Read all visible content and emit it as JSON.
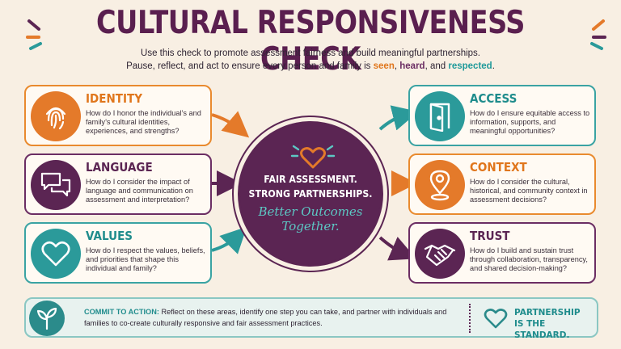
{
  "title": "CULTURAL RESPONSIVENESS CHECK",
  "subtitle_line1": "Use this check to promote assessment fairness and build meaningful partnerships.",
  "subtitle_line2": {
    "prefix": "Pause, reflect, and act to ensure every person and family is ",
    "seen": "seen",
    "sep1": ", ",
    "heard": "heard",
    "sep2": ", and ",
    "respected": "respected",
    "suffix": "."
  },
  "colors": {
    "orange": "#e47a2a",
    "purple": "#5b2553",
    "teal": "#2b9a9a",
    "background": "#f8efe3"
  },
  "cards": {
    "identity": {
      "title": "IDENTITY",
      "text": "How do I honor the individual’s and family’s cultural identities, experiences, and strengths?",
      "icon": "fingerprint-icon"
    },
    "language": {
      "title": "LANGUAGE",
      "text": "How do I consider the impact of language and communication on assessment and interpretation?",
      "icon": "speech-bubbles-icon"
    },
    "values": {
      "title": "VALUES",
      "text": "How do I respect the values, beliefs, and priorities that shape this individual and family?",
      "icon": "heart-icon"
    },
    "access": {
      "title": "ACCESS",
      "text": "How do I ensure equitable access to information, supports, and meaningful opportunities?",
      "icon": "open-door-icon"
    },
    "context": {
      "title": "CONTEXT",
      "text": "How do I consider the cultural, historical, and community context in assessment decisions?",
      "icon": "location-pin-icon"
    },
    "trust": {
      "title": "TRUST",
      "text": "How do I build and sustain trust through collaboration, transparency, and shared decision-making?",
      "icon": "handshake-icon"
    }
  },
  "center": {
    "line1": "FAIR ASSESSMENT.",
    "line2": "STRONG PARTNERSHIPS.",
    "script1": "Better Outcomes",
    "script2": "Together."
  },
  "footer": {
    "lead": "COMMIT TO ACTION:",
    "text": " Reflect on these areas, identify one step you can take, and partner with individuals and families to co-create culturally responsive and fair assessment practices.",
    "partnership1": "PARTNERSHIP",
    "partnership2": "IS THE STANDARD."
  }
}
